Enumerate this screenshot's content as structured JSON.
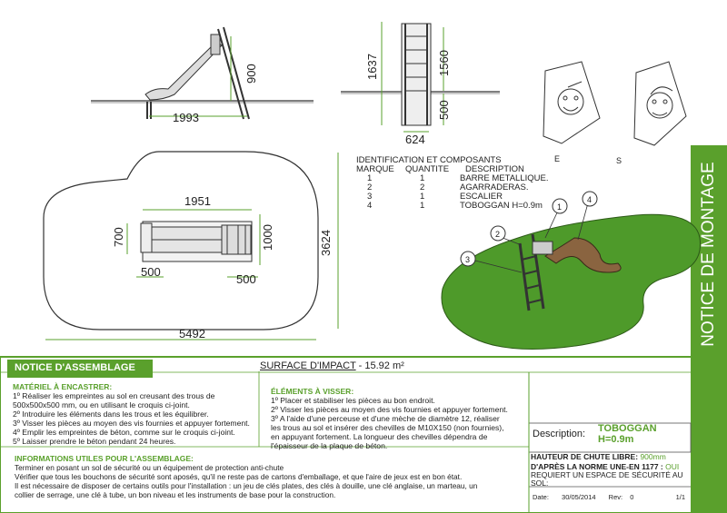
{
  "title_vertical": "NOTICE DE MONTAGE",
  "dimensions": {
    "side_width": "1993",
    "side_height": "900",
    "front_total": "1637",
    "front_ladder": "1560",
    "front_base": "500",
    "front_width": "624",
    "plan_inner_width": "1951",
    "plan_height_left": "700",
    "plan_height_right": "1000",
    "plan_bottom_left": "500",
    "plan_bottom_right": "500",
    "zone_height": "3624",
    "zone_width": "5492"
  },
  "pictos": {
    "left_label": "E",
    "right_label": "S"
  },
  "components": {
    "title": "IDENTIFICATION ET COMPOSANTS",
    "headers": [
      "MARQUE",
      "QUANTITE",
      "DESCRIPTION"
    ],
    "rows": [
      [
        "1",
        "1",
        "BARRE METALLIQUE."
      ],
      [
        "2",
        "2",
        "AGARRADERAS."
      ],
      [
        "3",
        "1",
        "ESCALIER"
      ],
      [
        "4",
        "1",
        "TOBOGGAN H=0.9m"
      ]
    ]
  },
  "callouts": [
    "1",
    "2",
    "3",
    "4"
  ],
  "notice_title": "NOTICE D'ASSEMBLAGE",
  "surface": {
    "label": "SURFACE D'IMPACT",
    "value": "- 15.92 m²"
  },
  "materiel": {
    "title": "MATÉRIEL À ENCASTRER:",
    "lines": [
      "1º Réaliser les empreintes au sol en creusant des trous de",
      "500x500x500 mm, ou en utilisant le croquis ci-joint.",
      "2º Introduire les éléments dans les trous et les équilibrer.",
      "3º Visser les pièces au moyen des vis fournies et appuyer fortement.",
      "4º Emplir les empreintes de béton, comme sur le croquis ci-joint.",
      "5º Laisser prendre le béton pendant 24 heures."
    ]
  },
  "visser": {
    "title": "ÉLÉMENTS À VISSER:",
    "lines": [
      "1º Placer et stabiliser les pièces au bon endroit.",
      "2º Visser les pièces au moyen des vis fournies et appuyer fortement.",
      "3º A l'aide d'une perceuse et d'une mèche de diamètre 12, réaliser",
      "les trous au sol et insérer des chevilles de M10X150 (non fournies),",
      "en appuyant fortement. La longueur des chevilles dépendra de",
      "l'épaisseur de la plaque de béton."
    ]
  },
  "infos": {
    "title": "INFORMATIONS UTILES POUR L'ASSEMBLAGE:",
    "lines": [
      "Terminer en posant un sol de sécurité ou un équipement de protection anti-chute",
      "Vérifier que tous les bouchons de sécurité sont aposés, qu'il ne reste pas de cartons d'emballage, et que l'aire de jeux est en bon état.",
      "Il est nécessaire de disposer de certains outils pour l'installation : un jeu de clés plates, des clés à douille, une clé anglaise, un marteau, un",
      "collier de serrage, une clé à tube, un bon niveau et les instruments de base pour la construction."
    ]
  },
  "spec": {
    "description_label": "Description:",
    "description_value": "TOBOGGAN",
    "description_sub": "H=0.9m",
    "hauteur_label": "HAUTEUR DE CHUTE LIBRE:",
    "hauteur_value": "900mm",
    "norme_label": "D'APRÈS LA NORME UNE-EN 1177 :",
    "norme_value": "OUI",
    "norme_text": "REQUIERT UN ESPACE DE SÉCURITÉ AU SOL:",
    "date_label": "Date:",
    "date_value": "30/05/2014",
    "rev_label": "Rev:",
    "rev_value": "0",
    "page": "1/1"
  },
  "colors": {
    "accent": "#5aa02c",
    "grass": "#4e9a2a",
    "slide": "#7a5a3a"
  }
}
